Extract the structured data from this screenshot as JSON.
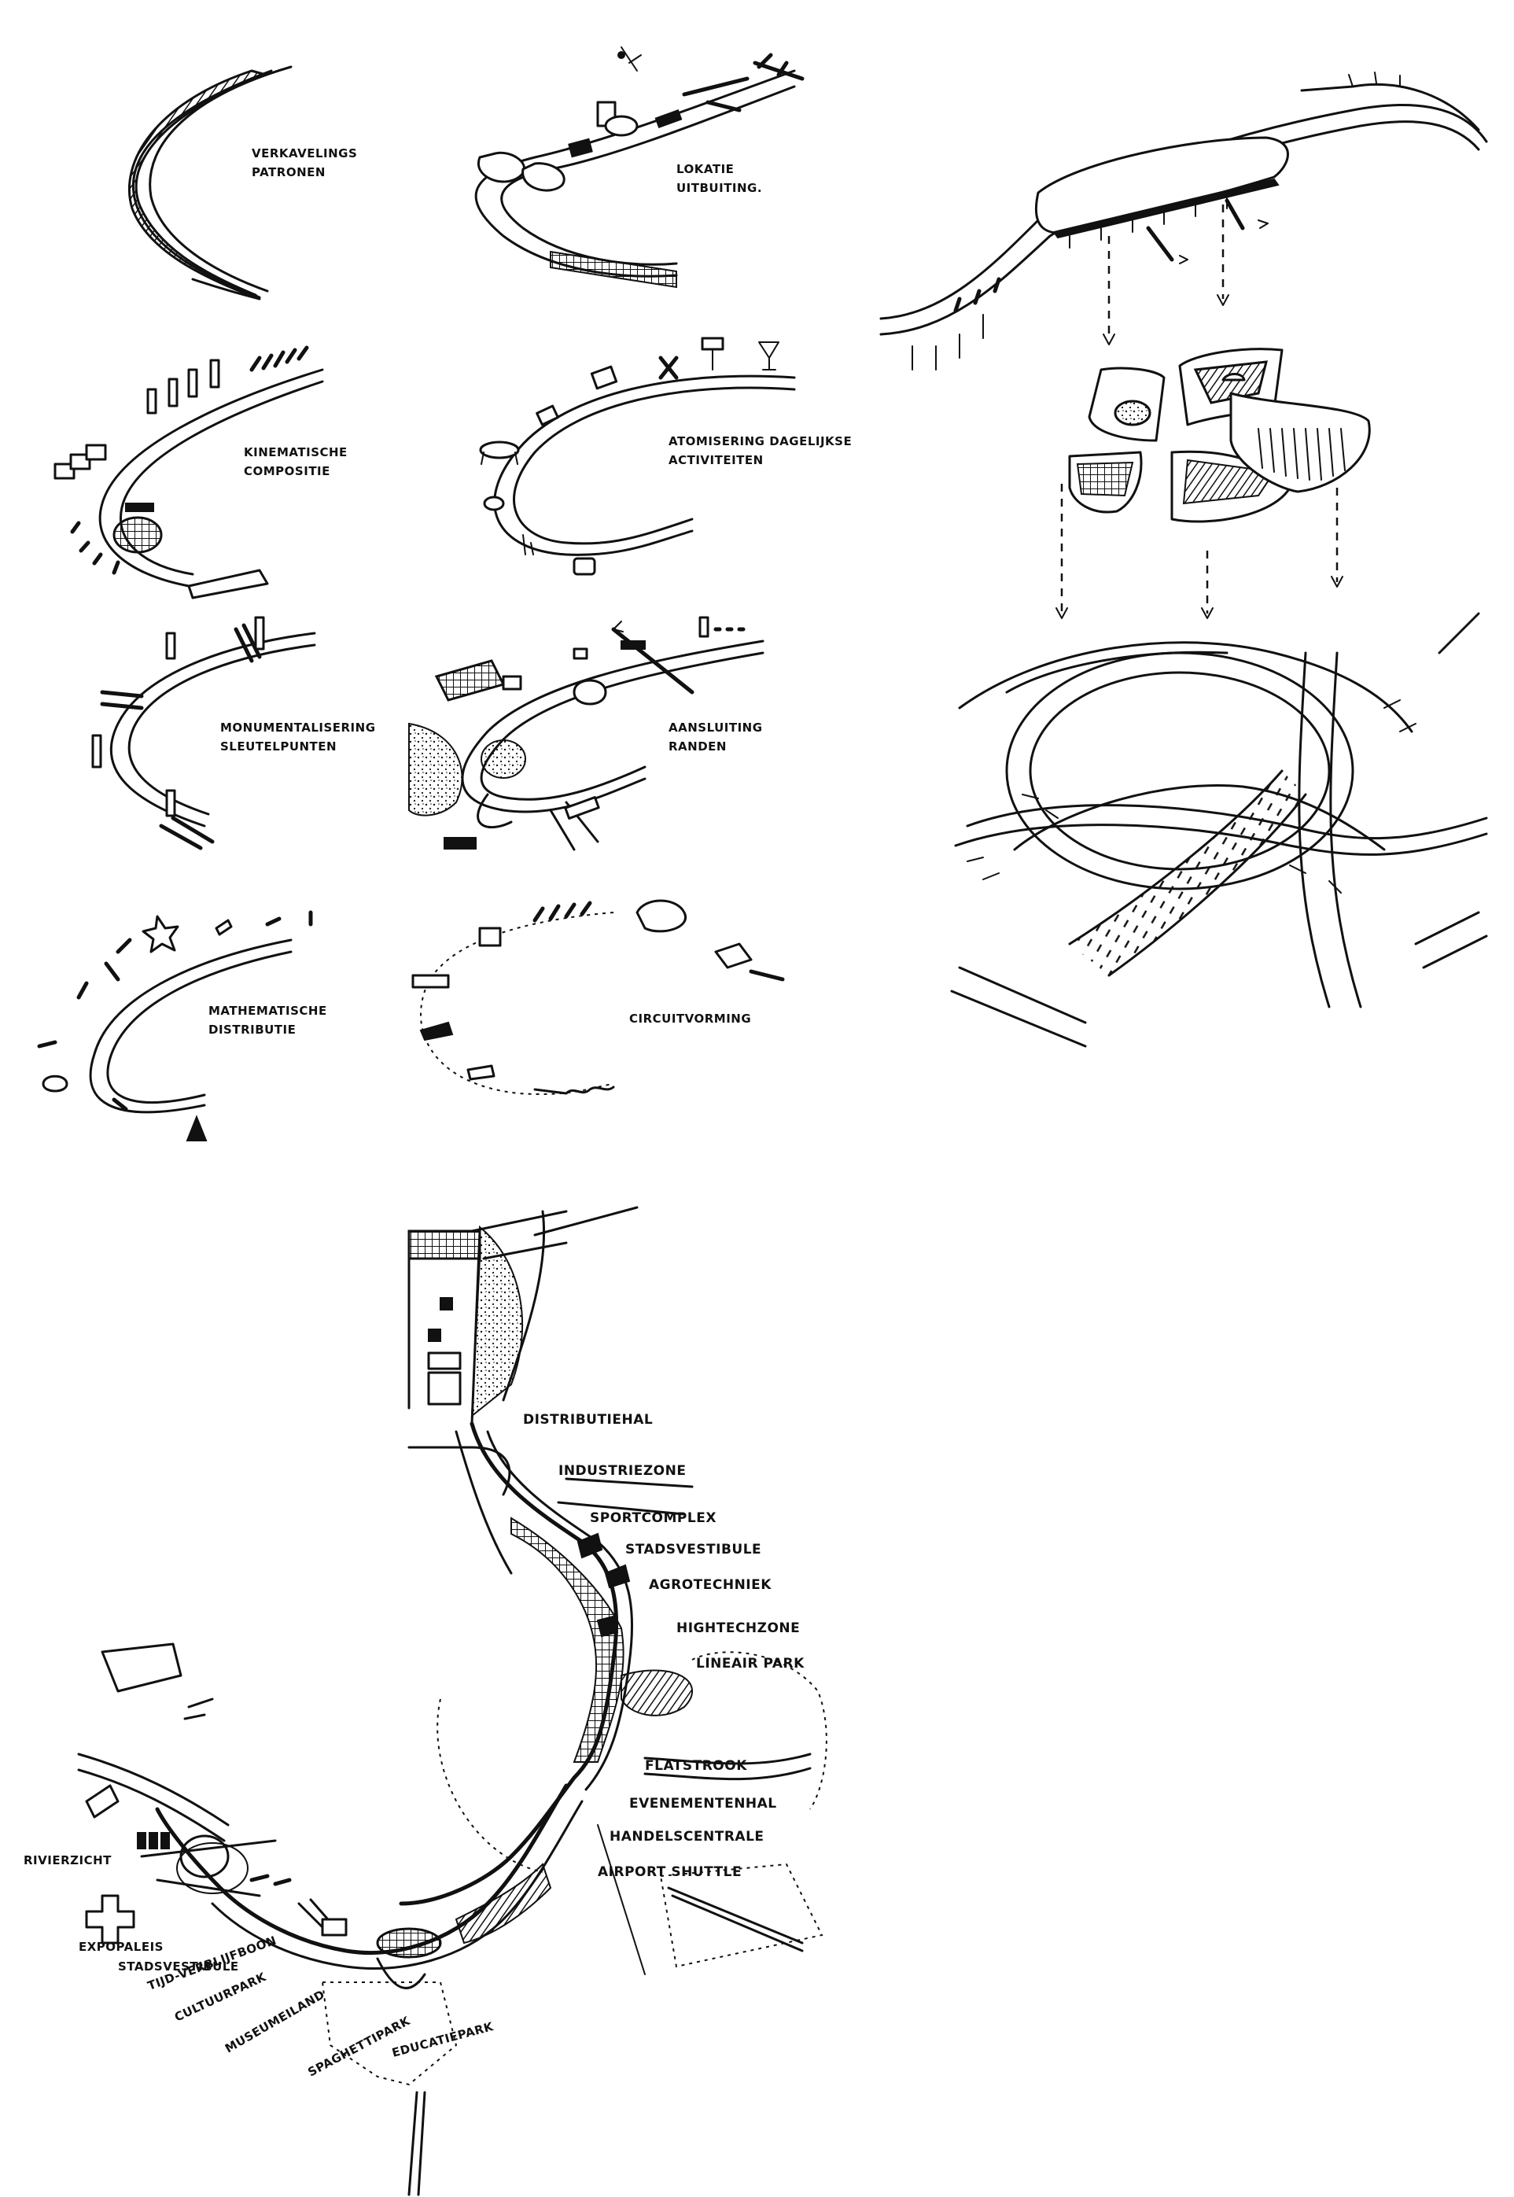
{
  "sketches": {
    "s1": {
      "label_lines": [
        "VERKAVELINGS",
        "PATRONEN"
      ]
    },
    "s2": {
      "label_lines": [
        "LOKATIE",
        "UITBUITING."
      ]
    },
    "s3": {
      "label_lines": [
        "KINEMATISCHE",
        "COMPOSITIE"
      ]
    },
    "s4": {
      "label_lines": [
        "ATOMISERING DAGELIJKSE",
        "ACTIVITEITEN"
      ]
    },
    "s5": {
      "label_lines": [
        "MONUMENTALISERING",
        "SLEUTELPUNTEN"
      ]
    },
    "s6": {
      "label_lines": [
        "AANSLUITING",
        "RANDEN"
      ]
    },
    "s7": {
      "label_lines": [
        "MATHEMATISCHE",
        "DISTRIBUTIE"
      ]
    },
    "s8": {
      "label_lines": [
        "CIRCUITVORMING"
      ]
    }
  },
  "masterplan": {
    "labels": [
      "DISTRIBUTIEHAL",
      "INDUSTRIEZONE",
      "SPORTCOMPLEX",
      "STADSVESTIBULE",
      "AGROTECHNIEK",
      "HIGHTECHZONE",
      "LINEAIR PARK",
      "FLATSTROOK",
      "EVENEMENTENHAL",
      "HANDELSCENTRALE",
      "AIRPORT SHUTTLE",
      "RIVIERZICHT",
      "EXPOPALEIS",
      "STADSVESTIBULE",
      "TIJD-VERBLIJFBOON",
      "CULTUURPARK",
      "MUSEUMEILAND",
      "SPAGHETTIPARK",
      "EDUCATIEPARK"
    ]
  },
  "colors": {
    "ink": "#111111",
    "paper": "#ffffff"
  },
  "icons": [
    "pedestrian-icon",
    "star-icon",
    "cocktail-glass-icon",
    "windmill-icon",
    "trees-icon"
  ]
}
